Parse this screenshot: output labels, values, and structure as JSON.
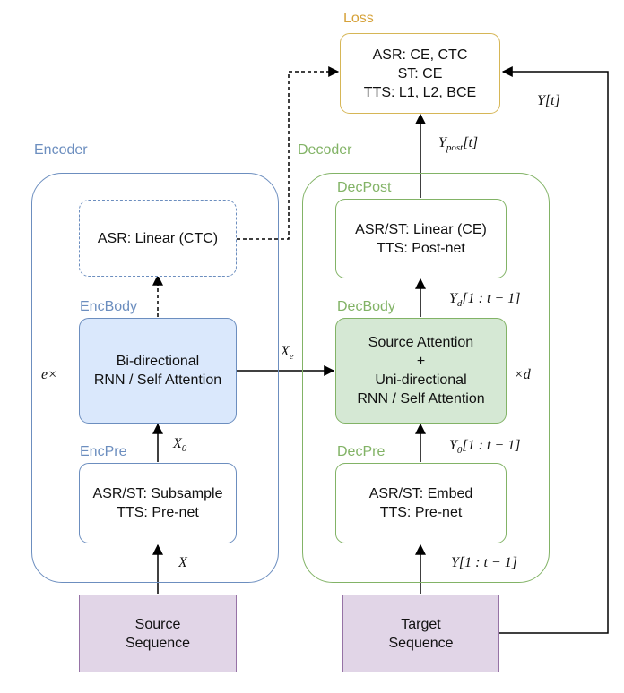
{
  "colors": {
    "encoder": "#6c8ebf",
    "decoder": "#82b366",
    "loss": "#d6b656",
    "enc_fill": "#dae8fc",
    "dec_fill": "#d5e8d4",
    "seq_fill": "#e1d5e7",
    "seq_border": "#9673a6"
  },
  "groups": {
    "encoder": "Encoder",
    "decoder": "Decoder",
    "loss": "Loss"
  },
  "sublabels": {
    "encbody": "EncBody",
    "encpre": "EncPre",
    "decpost": "DecPost",
    "decbody": "DecBody",
    "decpre": "DecPre"
  },
  "boxes": {
    "loss": [
      "ASR: CE, CTC",
      "ST: CE",
      "TTS: L1, L2, BCE"
    ],
    "asr_linear": [
      "ASR: Linear (CTC)"
    ],
    "enc_body": [
      "Bi-directional",
      "RNN / Self Attention"
    ],
    "enc_pre": [
      "ASR/ST: Subsample",
      "TTS: Pre-net"
    ],
    "source": [
      "Source",
      "Sequence"
    ],
    "dec_post": [
      "ASR/ST: Linear (CE)",
      "TTS: Post-net"
    ],
    "dec_body": [
      "Source Attention",
      "+",
      "Uni-directional",
      "RNN / Self Attention"
    ],
    "dec_pre": [
      "ASR/ST: Embed",
      "TTS: Pre-net"
    ],
    "target": [
      "Target",
      "Sequence"
    ]
  },
  "math": {
    "e_times": {
      "base": "e×",
      "sub": ""
    },
    "d_times": {
      "base": "×d",
      "sub": ""
    },
    "x": {
      "base": "X",
      "sub": ""
    },
    "x0": {
      "base": "X",
      "sub": "0"
    },
    "xe": {
      "base": "X",
      "sub": "e"
    },
    "y_t": {
      "base": "Y[t]",
      "sub": ""
    },
    "y_post": {
      "base": "Y",
      "sub": "post",
      "tail": "[t]"
    },
    "y_d": {
      "base": "Y",
      "sub": "d",
      "tail": "[1 : t − 1]"
    },
    "y_0": {
      "base": "Y",
      "sub": "0",
      "tail": "[1 : t − 1]"
    },
    "y_1": {
      "base": "Y[1 : t − 1]",
      "sub": ""
    }
  }
}
